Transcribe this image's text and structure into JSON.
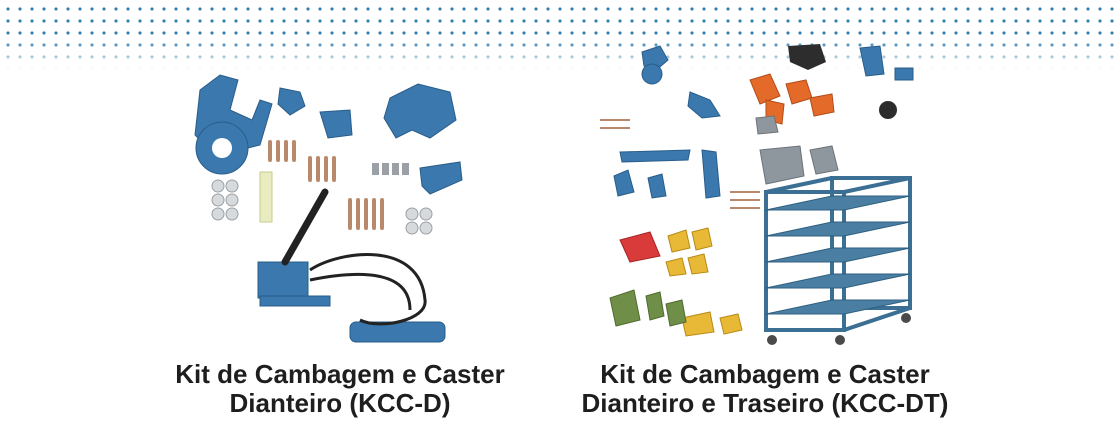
{
  "background": {
    "dot_pattern_color": "#2f7fb3"
  },
  "products": [
    {
      "line1": "Kit de Cambagem e Caster",
      "line2": "Dianteiro (KCC-D)",
      "image_icon": "camber-caster-kit-front-image",
      "color": "#3a78ad"
    },
    {
      "line1": "Kit de Cambagem e Caster",
      "line2": "Dianteiro e Traseiro (KCC-DT)",
      "image_icon": "camber-caster-kit-front-rear-image",
      "color": "#3a78ad"
    }
  ]
}
